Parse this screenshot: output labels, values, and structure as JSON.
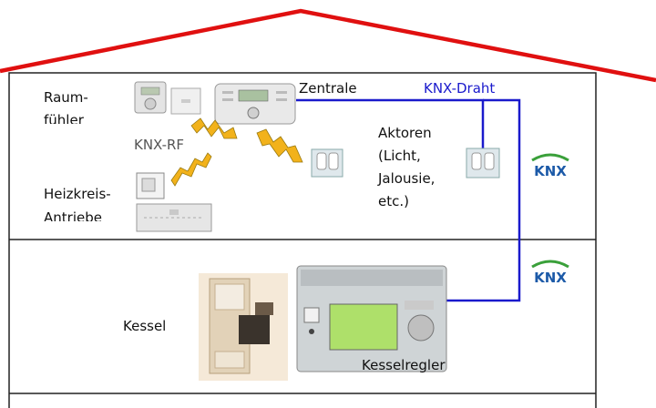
{
  "labels": {
    "raumfuehler_line1": "Raum-",
    "raumfuehler_line2": "fühler",
    "zentrale": "Zentrale",
    "knx_draht": "KNX-Draht",
    "knx_rf": "KNX-RF",
    "aktoren_line1": "Aktoren",
    "aktoren_line2": "(Licht,",
    "aktoren_line3": "Jalousie,",
    "aktoren_line4": "etc.)",
    "heizkreis_line1": "Heizkreis-",
    "heizkreis_line2": "Antriebe",
    "kessel": "Kessel",
    "kesselregler": "Kesselregler"
  },
  "logos": {
    "knx_upper": "KNX",
    "knx_lower": "KNX"
  },
  "colors": {
    "roof": "#e01010",
    "wire": "#1a1acc",
    "wall": "#222222",
    "rf_signal": "#f2b21b",
    "knx_green": "#3aa03a",
    "knx_blue": "#1c5aa8"
  }
}
